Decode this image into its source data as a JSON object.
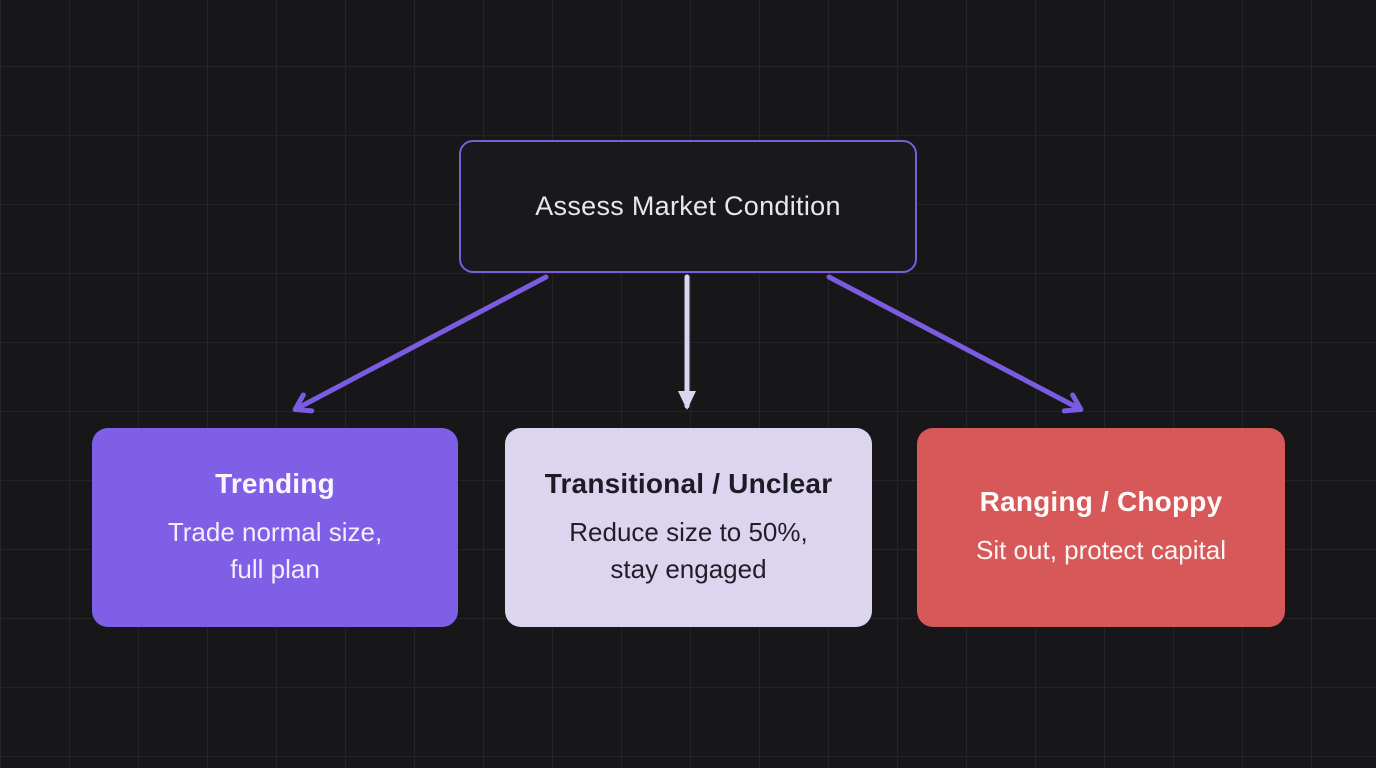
{
  "diagram": {
    "root": {
      "label": "Assess Market Condition"
    },
    "branches": [
      {
        "id": "trending",
        "title": "Trending",
        "subtitle": "Trade normal size,\nfull plan",
        "bg_color": "#7e5fe6",
        "text_color": "#f2eefc"
      },
      {
        "id": "transitional-unclear",
        "title": "Transitional / Unclear",
        "subtitle": "Reduce size to 50%,\nstay engaged",
        "bg_color": "#ddd5f0",
        "text_color": "#1d1c24"
      },
      {
        "id": "ranging-choppy",
        "title": "Ranging / Choppy",
        "subtitle": "Sit out, protect capital",
        "bg_color": "#d65858",
        "text_color": "#fdf4f4"
      }
    ],
    "colors": {
      "background": "#17171a",
      "grid_line": "#232329",
      "root_border": "#7b5cd9",
      "root_fill": "#18181d",
      "arrow_purple": "#7b5ce0",
      "arrow_light": "#ddd5f0"
    }
  }
}
